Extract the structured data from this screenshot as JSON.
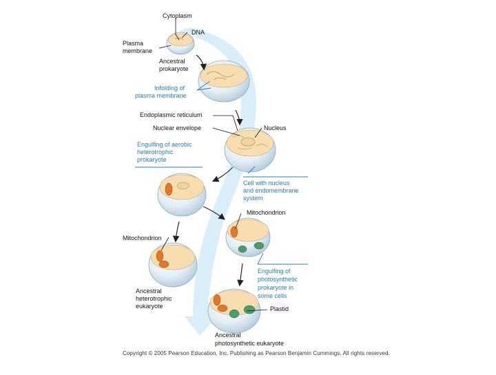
{
  "labels": {
    "cytoplasm": "Cytoplasm",
    "dna": "DNA",
    "plasma_membrane_1": "Plasma",
    "plasma_membrane_2": "membrane",
    "ancestral_prokaryote_1": "Ancestral",
    "ancestral_prokaryote_2": "prokaryote",
    "infolding_1": "Infolding of",
    "infolding_2": "plasma membrane",
    "endoplasmic_reticulum": "Endoplasmic reticulum",
    "nuclear_envelope": "Nuclear envelope",
    "nucleus": "Nucleus",
    "engulfing_aerobic_1": "Engulfing of aerobic",
    "engulfing_aerobic_2": "heterotrophic",
    "engulfing_aerobic_3": "prokaryote",
    "cell_nucleus_1": "Cell with nucleus",
    "cell_nucleus_2": "and endomembrane",
    "cell_nucleus_3": "system",
    "mitochondrion_right": "Mitochondrion",
    "mitochondrion_left": "Mitochondrion",
    "engulfing_photo_1": "Engulfing of",
    "engulfing_photo_2": "photosynthetic",
    "engulfing_photo_3": "prokaryote in",
    "engulfing_photo_4": "some cells",
    "ancestral_hetero_1": "Ancestral",
    "ancestral_hetero_2": "heterotrophic",
    "ancestral_hetero_3": "eukaryote",
    "plastid": "Plastid",
    "ancestral_photo_1": "Ancestral",
    "ancestral_photo_2": "photosynthetic eukaryote"
  },
  "copyright": "Copyright © 2005 Pearson Education, Inc. Publishing as Pearson Benjamin Cummings. All rights reserved.",
  "colors": {
    "cytoplasm": "#f7ddb0",
    "membrane_shade": "#c9dcea",
    "flow_arrow": "#d6ecf8",
    "mitochondrion": "#e0782a",
    "plastid": "#4e9a6a",
    "label_blue": "#2a7db5"
  }
}
